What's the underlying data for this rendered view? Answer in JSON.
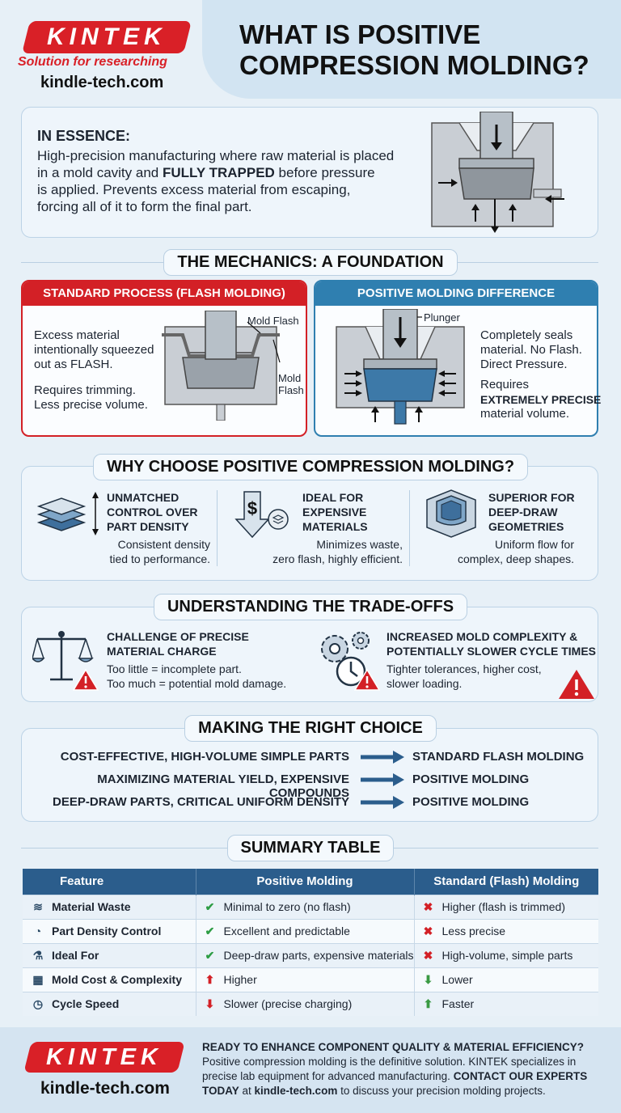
{
  "header": {
    "logo": "KINTEK",
    "tagline": "Solution for researching",
    "site": "kindle-tech.com",
    "title_line1": "WHAT IS POSITIVE",
    "title_line2": "COMPRESSION MOLDING?"
  },
  "essence": {
    "heading": "IN ESSENCE:",
    "line1": "High-precision manufacturing where raw material is placed",
    "line2_a": "in a mold cavity and ",
    "line2_b": "FULLY TRAPPED",
    "line2_c": " before pressure",
    "line3": "is applied. Prevents excess material from escaping,",
    "line4": "forcing all of it to form the final part."
  },
  "mechanics": {
    "title": "THE MECHANICS: A FOUNDATION",
    "standard": {
      "header": "STANDARD PROCESS (FLASH MOLDING)",
      "text1": [
        "Excess material",
        "intentionally squeezed",
        "out as FLASH."
      ],
      "text2": [
        "Requires trimming.",
        "Less precise volume."
      ],
      "label_top": "Mold Flash",
      "label_side": [
        "Mold",
        "Flash"
      ]
    },
    "positive": {
      "header": "POSITIVE MOLDING DIFFERENCE",
      "label_plunger": "Plunger",
      "text1": [
        "Completely seals",
        "material. No Flash.",
        "Direct Pressure."
      ],
      "text2_a": "Requires",
      "text2_b": "EXTREMELY PRECISE",
      "text2_c": "material volume."
    }
  },
  "why": {
    "title": "WHY CHOOSE POSITIVE COMPRESSION MOLDING?",
    "items": [
      {
        "title": [
          "UNMATCHED",
          "CONTROL OVER",
          "PART DENSITY"
        ],
        "desc": [
          "Consistent density",
          "tied to performance."
        ],
        "icon": "layers-icon"
      },
      {
        "title": [
          "IDEAL FOR",
          "EXPENSIVE",
          "MATERIALS"
        ],
        "desc": [
          "Minimizes waste,",
          "zero flash, highly efficient."
        ],
        "icon": "dollar-arrow-icon"
      },
      {
        "title": [
          "SUPERIOR FOR",
          "DEEP-DRAW",
          "GEOMETRIES"
        ],
        "desc": [
          "Uniform flow for",
          "complex, deep shapes."
        ],
        "icon": "deep-cup-icon"
      }
    ]
  },
  "tradeoffs": {
    "title": "UNDERSTANDING THE TRADE-OFFS",
    "items": [
      {
        "title": [
          "CHALLENGE OF PRECISE",
          "MATERIAL CHARGE"
        ],
        "desc": [
          "Too little = incomplete part.",
          "Too much = potential mold damage."
        ]
      },
      {
        "title": [
          "INCREASED MOLD COMPLEXITY &",
          "POTENTIALLY SLOWER CYCLE TIMES"
        ],
        "desc": [
          "Tighter tolerances, higher cost,",
          "slower loading."
        ]
      }
    ]
  },
  "choice": {
    "title": "MAKING THE RIGHT CHOICE",
    "rows": [
      {
        "left": "COST-EFFECTIVE, HIGH-VOLUME SIMPLE PARTS",
        "right": "STANDARD FLASH MOLDING"
      },
      {
        "left": "MAXIMIZING MATERIAL YIELD, EXPENSIVE COMPOUNDS",
        "right": "POSITIVE MOLDING"
      },
      {
        "left": "DEEP-DRAW PARTS, CRITICAL UNIFORM DENSITY",
        "right": "POSITIVE MOLDING"
      }
    ]
  },
  "summary": {
    "title": "SUMMARY TABLE",
    "headers": [
      "Feature",
      "Positive Molding",
      "Standard (Flash) Molding"
    ],
    "rows": [
      {
        "feature": "Material Waste",
        "positive": "Minimal to zero (no flash)",
        "standard": "Higher (flash is trimmed)",
        "p_icon": "check-icon",
        "s_icon": "cross-icon"
      },
      {
        "feature": "Part Density Control",
        "positive": "Excellent and predictable",
        "standard": "Less precise",
        "p_icon": "check-icon",
        "s_icon": "cross-icon"
      },
      {
        "feature": "Ideal For",
        "positive": "Deep-draw parts, expensive materials",
        "standard": "High-volume, simple parts",
        "p_icon": "check-icon",
        "s_icon": "cross-icon"
      },
      {
        "feature": "Mold Cost & Complexity",
        "positive": "Higher",
        "standard": "Lower",
        "p_icon": "arrow-up-icon",
        "s_icon": "arrow-down-icon"
      },
      {
        "feature": "Cycle Speed",
        "positive": "Slower (precise charging)",
        "standard": "Faster",
        "p_icon": "arrow-down-icon",
        "s_icon": "arrow-up-icon"
      }
    ]
  },
  "footer": {
    "logo": "KINTEK",
    "site": "kindle-tech.com",
    "heading": "READY TO ENHANCE COMPONENT QUALITY & MATERIAL EFFICIENCY?",
    "line1": "Positive compression molding is the definitive solution. KINTEK specializes in",
    "line2_a": "precise lab equipment for advanced manufacturing. ",
    "line2_b": "CONTACT OUR EXPERTS",
    "line3_a": "TODAY",
    "line3_b": " at ",
    "line3_c": "kindle-tech.com",
    "line3_d": " to discuss your precision molding projects."
  }
}
